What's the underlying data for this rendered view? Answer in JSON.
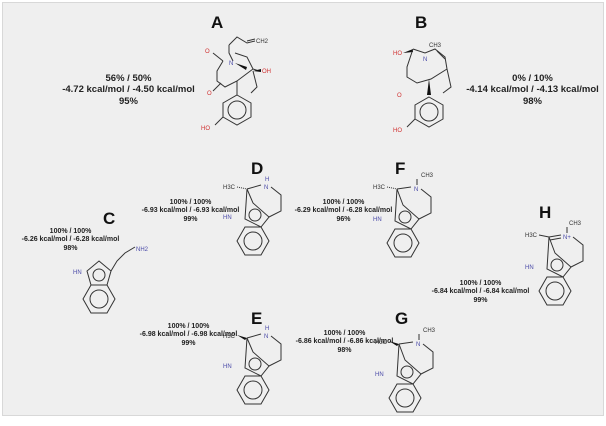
{
  "figure": {
    "compounds": [
      {
        "id": "A",
        "label": "A",
        "line1": "56% / 50%",
        "line2": "-4.72 kcal/mol / -4.50 kcal/mol",
        "line3": "95%",
        "atoms": {
          "ch2": "CH2",
          "o_keto": "O",
          "n": "N",
          "oh1": "OH",
          "o_ring": "O",
          "ho": "HO"
        }
      },
      {
        "id": "B",
        "label": "B",
        "line1": "0% / 10%",
        "line2": "-4.14 kcal/mol / -4.13 kcal/mol",
        "line3": "98%",
        "atoms": {
          "ch3": "CH3",
          "ho1": "HO",
          "n": "N",
          "o_ring": "O",
          "ho": "HO"
        }
      },
      {
        "id": "C",
        "label": "C",
        "line1": "100% / 100%",
        "line2": "-6.26 kcal/mol / -6.28 kcal/mol",
        "line3": "98%",
        "atoms": {
          "nh2": "NH2",
          "hn": "HN"
        }
      },
      {
        "id": "D",
        "label": "D",
        "line1": "100% / 100%",
        "line2": "-6.93 kcal/mol / -6.93 kcal/mol",
        "line3": "99%",
        "atoms": {
          "h3c": "H3C",
          "h": "H",
          "n": "N",
          "hn": "HN"
        }
      },
      {
        "id": "E",
        "label": "E",
        "line1": "100% / 100%",
        "line2": "-6.98 kcal/mol / -6.98 kcal/mol",
        "line3": "99%",
        "atoms": {
          "h3c": "H3C",
          "h": "H",
          "n": "N",
          "hn": "HN"
        }
      },
      {
        "id": "F",
        "label": "F",
        "line1": "100% / 100%",
        "line2": "-6.29 kcal/mol / -6.28 kcal/mol",
        "line3": "96%",
        "atoms": {
          "h3c": "H3C",
          "ch3": "CH3",
          "n": "N",
          "hn": "HN"
        }
      },
      {
        "id": "G",
        "label": "G",
        "line1": "100% / 100%",
        "line2": "-6.86 kcal/mol / -6.86 kcal/mol",
        "line3": "98%",
        "atoms": {
          "h3c": "H3C",
          "ch3": "CH3",
          "n": "N",
          "hn": "HN"
        }
      },
      {
        "id": "H",
        "label": "H",
        "line1": "100% / 100%",
        "line2": "-6.84 kcal/mol / -6.84 kcal/mol",
        "line3": "99%",
        "atoms": {
          "h3c": "H3C",
          "ch3": "CH3",
          "n": "N+",
          "hn": "HN"
        }
      }
    ]
  }
}
